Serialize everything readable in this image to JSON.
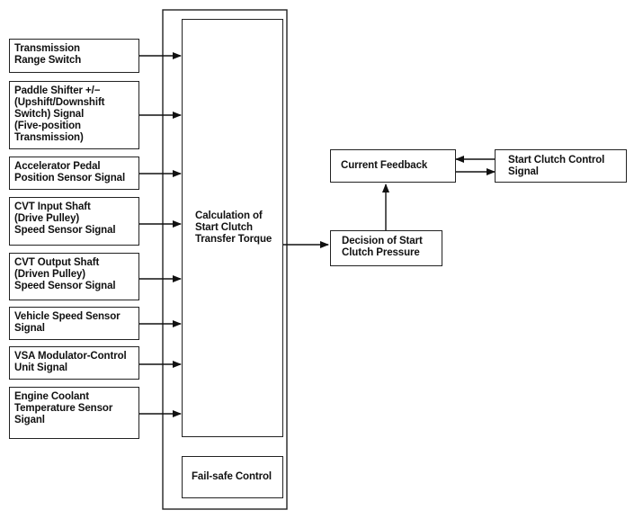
{
  "inputs": [
    {
      "label": "Transmission\nRange Switch"
    },
    {
      "label": "Paddle Shifter +/−\n(Upshift/Downshift\nSwitch) Signal\n(Five-position\nTransmission)"
    },
    {
      "label": "Accelerator Pedal\nPosition Sensor Signal"
    },
    {
      "label": "CVT Input Shaft\n(Drive Pulley)\nSpeed Sensor Signal"
    },
    {
      "label": "CVT Output Shaft\n(Driven Pulley)\nSpeed Sensor Signal"
    },
    {
      "label": "Vehicle Speed Sensor\nSignal"
    },
    {
      "label": "VSA Modulator-Control\nUnit Signal"
    },
    {
      "label": "Engine Coolant\nTemperature Sensor\nSiganl"
    }
  ],
  "calculation": {
    "label": "Calculation of\nStart Clutch\nTransfer Torque"
  },
  "failsafe": {
    "label": "Fail-safe Control"
  },
  "decision": {
    "label": "Decision of Start\nClutch Pressure"
  },
  "feedback": {
    "label": "Current Feedback"
  },
  "control_signal": {
    "label": "Start Clutch Control\nSignal"
  }
}
